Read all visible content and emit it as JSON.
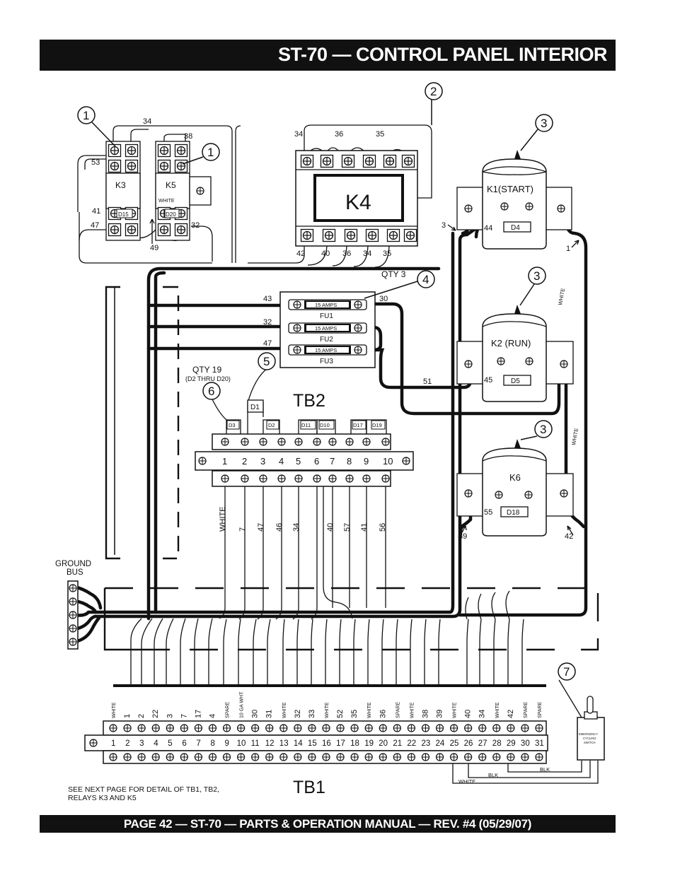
{
  "header": {
    "title": "ST-70 — CONTROL PANEL INTERIOR"
  },
  "footer": {
    "text": "PAGE 42 — ST-70 — PARTS & OPERATION MANUAL — REV. #4 (05/29/07)"
  },
  "callouts": {
    "c1": "1",
    "c2": "2",
    "c3": "3",
    "c4": "4",
    "c5": "5",
    "c6": "6",
    "c7": "7"
  },
  "relays": {
    "k3": "K3",
    "k5": "K5",
    "k4": "K4",
    "k1": "K1(START)",
    "k2": "K2 (RUN)",
    "k6": "K6"
  },
  "diodes": {
    "d15": "D15",
    "d20": "D20",
    "d4": "D4",
    "d5": "D5",
    "d18": "D18",
    "d1": "D1",
    "d3": "D3",
    "d2": "D2",
    "d11": "D11",
    "d10": "D10",
    "d17": "D17",
    "d19": "D19"
  },
  "wires": {
    "w34a": "34",
    "w38": "38",
    "w53": "53",
    "w41": "41",
    "w47a": "47",
    "w32a": "32",
    "w49": "49",
    "white_k5": "WHITE",
    "k4_top": [
      "34",
      "36",
      "35"
    ],
    "k4_bottom": [
      "42",
      "40",
      "36",
      "34",
      "35"
    ],
    "w3": "3",
    "w44": "44",
    "w1": "1",
    "w45": "45",
    "w55": "55",
    "w39": "39",
    "w42": "42",
    "white_k1k2": "WHITE",
    "white_k2k6": "WHITE",
    "w43": "43",
    "w30": "30",
    "w32b": "32",
    "w47b": "47",
    "w51": "51"
  },
  "fuses": {
    "qty": "QTY 3",
    "rating": "15 AMPS",
    "fu1": "FU1",
    "fu2": "FU2",
    "fu3": "FU3"
  },
  "tb2": {
    "label": "TB2",
    "qty": "QTY 19",
    "qty_note": "(D2 THRU D20)",
    "terminals": [
      "1",
      "2",
      "3",
      "4",
      "5",
      "6",
      "7",
      "8",
      "9",
      "10"
    ],
    "wires": [
      "WHITE",
      "7",
      "47",
      "46",
      "34",
      "40",
      "57",
      "41",
      "56"
    ]
  },
  "ground": {
    "line1": "GROUND",
    "line2": "BUS"
  },
  "tb1": {
    "label": "TB1",
    "terminals": [
      "1",
      "2",
      "3",
      "4",
      "5",
      "6",
      "7",
      "8",
      "9",
      "10",
      "11",
      "12",
      "13",
      "14",
      "15",
      "16",
      "17",
      "18",
      "19",
      "20",
      "21",
      "22",
      "23",
      "24",
      "25",
      "26",
      "27",
      "28",
      "29",
      "30",
      "31"
    ],
    "wires": [
      "WHITE",
      "1",
      "2",
      "22",
      "3",
      "7",
      "17",
      "4",
      "SPARE",
      "10 GA WHT",
      "30",
      "31",
      "WHITE",
      "32",
      "33",
      "WHITE",
      "52",
      "35",
      "WHITE",
      "36",
      "SPARE",
      "WHITE",
      "38",
      "39",
      "WHITE",
      "40",
      "34",
      "WHITE",
      "42",
      "SPARE",
      "SPARE"
    ],
    "blk1": "BLK",
    "blk2": "BLK",
    "white": "WHITE"
  },
  "switch": {
    "line1": "EMERGENCY",
    "line2": "CYCLING",
    "line3": "SWITCH"
  },
  "note": {
    "line1": "SEE NEXT PAGE FOR DETAIL OF TB1,  TB2,",
    "line2": "RELAYS K3  AND  K5"
  }
}
